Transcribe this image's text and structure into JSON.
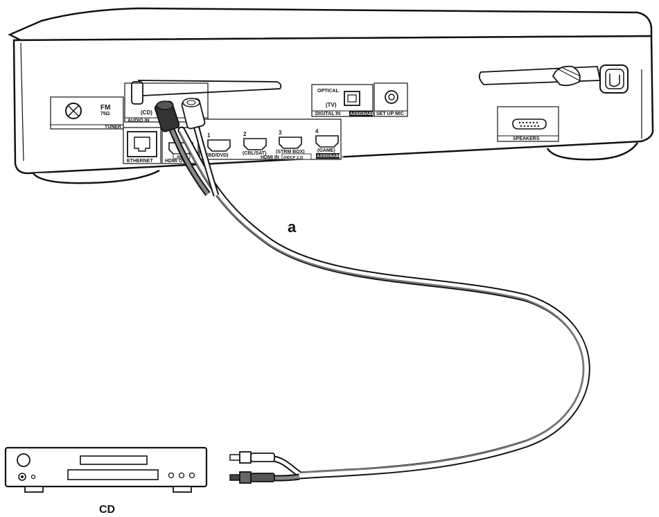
{
  "receiver": {
    "tuner": {
      "band": "FM",
      "impedance": "75Ω",
      "section": "TUNER"
    },
    "audio_in": {
      "input_name": "(CD)",
      "section": "AUDIO IN"
    },
    "ethernet": {
      "section": "ETHERNET"
    },
    "hdmi_out": {
      "arc": "ARC",
      "section": "HDMI OUT"
    },
    "hdmi_in": {
      "section": "HDMI IN",
      "hdcp_badge": "(HDCP 2.3)",
      "ports": [
        {
          "number": "1",
          "label": "(BD/DVD)"
        },
        {
          "number": "2",
          "label": "(CBL/SAT)"
        },
        {
          "number": "3",
          "label": "(STRM BOX)"
        },
        {
          "number": "4",
          "label": "(GAME)"
        }
      ],
      "assignable": "ASSIGNABLE"
    },
    "digital_in": {
      "type": "OPTICAL",
      "input_name": "(TV)",
      "section": "DIGITAL IN",
      "badge": "ASSIGNABLE"
    },
    "setup_mic": {
      "section": "SET UP MIC"
    },
    "speakers": {
      "section": "SPEAKERS"
    }
  },
  "cable": {
    "label": "a"
  },
  "device": {
    "label": "CD"
  }
}
